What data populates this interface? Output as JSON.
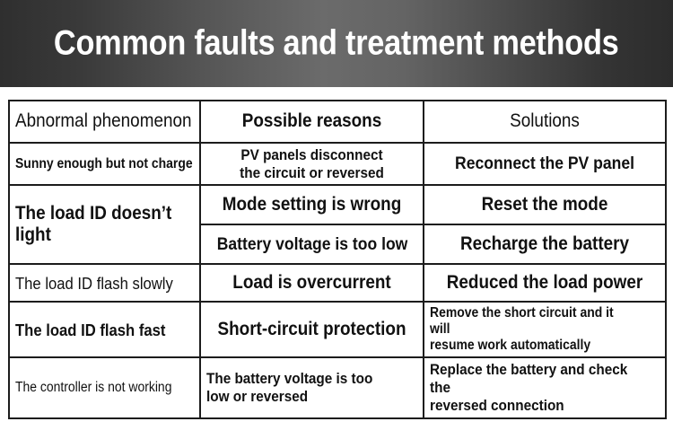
{
  "banner": {
    "title": "Common faults and treatment methods",
    "bg_dark": "#2e2e2e",
    "bg_light": "#6b6b6b",
    "text_color": "#ffffff"
  },
  "table": {
    "border_color": "#1c1c1c",
    "headers": [
      "Abnormal phenomenon",
      "Possible reasons",
      "Solutions"
    ],
    "rows": [
      {
        "phenomenon": "Sunny enough but  not charge",
        "reason": "PV panels disconnect the circuit or reversed",
        "reason_line1": "PV panels disconnect",
        "reason_line2": "the circuit or reversed",
        "solution": "Reconnect the PV panel"
      },
      {
        "phenomenon": "The load ID doesn’t light",
        "reason": "Mode setting is wrong",
        "solution": "Reset the mode"
      },
      {
        "phenomenon": "",
        "reason": "Battery voltage is too low",
        "solution": "Recharge the battery"
      },
      {
        "phenomenon": "The load ID flash slowly",
        "reason": "Load is overcurrent",
        "solution": "Reduced the load power"
      },
      {
        "phenomenon": "The load ID flash fast",
        "reason": "Short-circuit protection",
        "solution": "Remove the short circuit and it will resume work automatically",
        "solution_line1": "Remove the short circuit and it will",
        "solution_line2": "resume work automatically"
      },
      {
        "phenomenon": "The controller is not working",
        "reason": "The battery voltage is too low or reversed",
        "reason_line1": "The battery voltage is too",
        "reason_line2": "low or reversed",
        "solution": "Replace the battery and check the reversed connection",
        "solution_line1": "Replace the battery and check the",
        "solution_line2": "reversed connection"
      }
    ]
  }
}
